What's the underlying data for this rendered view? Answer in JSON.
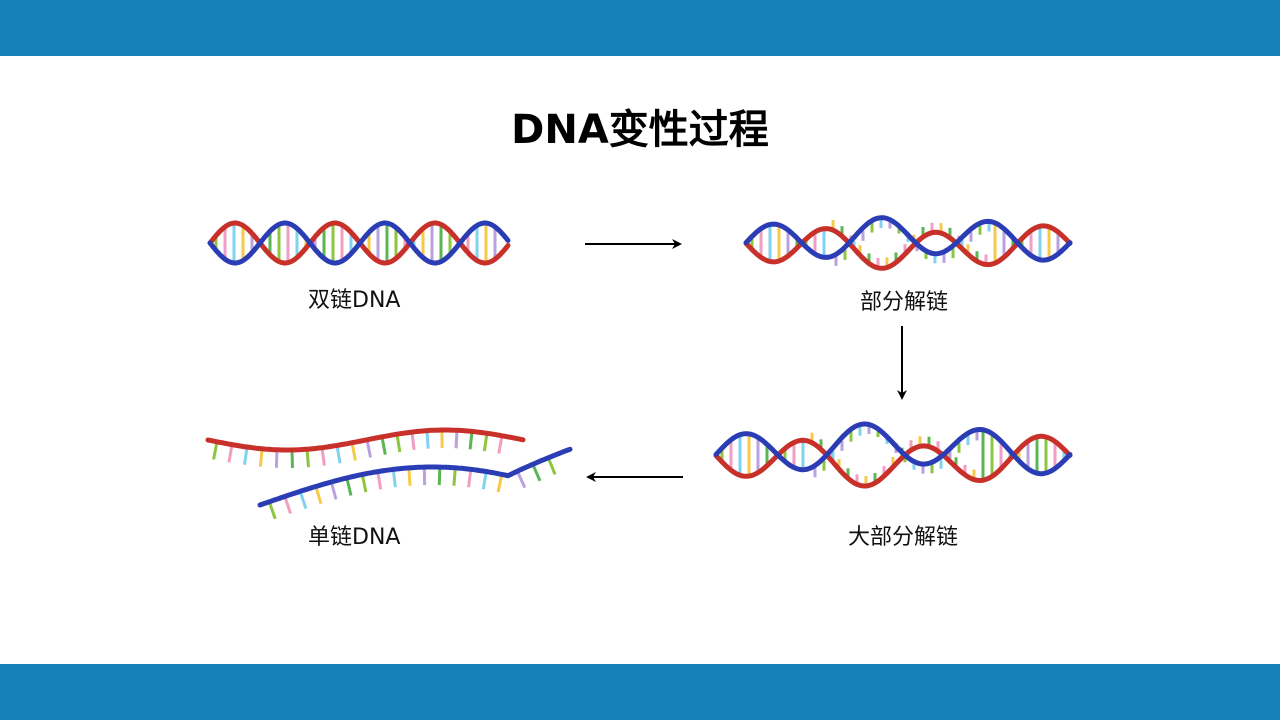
{
  "slide": {
    "title": "DNA变性过程",
    "colors": {
      "band": "#1580b8",
      "strand_red": "#c8302a",
      "strand_blue": "#2b3db5"
    }
  },
  "stages": [
    {
      "label": "双链DNA",
      "state": "double-stranded"
    },
    {
      "label": "部分解链",
      "state": "partially unwound"
    },
    {
      "label": "大部分解链",
      "state": "mostly unwound"
    },
    {
      "label": "单链DNA",
      "state": "single-stranded"
    }
  ],
  "base_colors": [
    "#8cc63f",
    "#f19ec2",
    "#7fd3f0",
    "#f7c948",
    "#b9a0e0",
    "#5ab552"
  ]
}
